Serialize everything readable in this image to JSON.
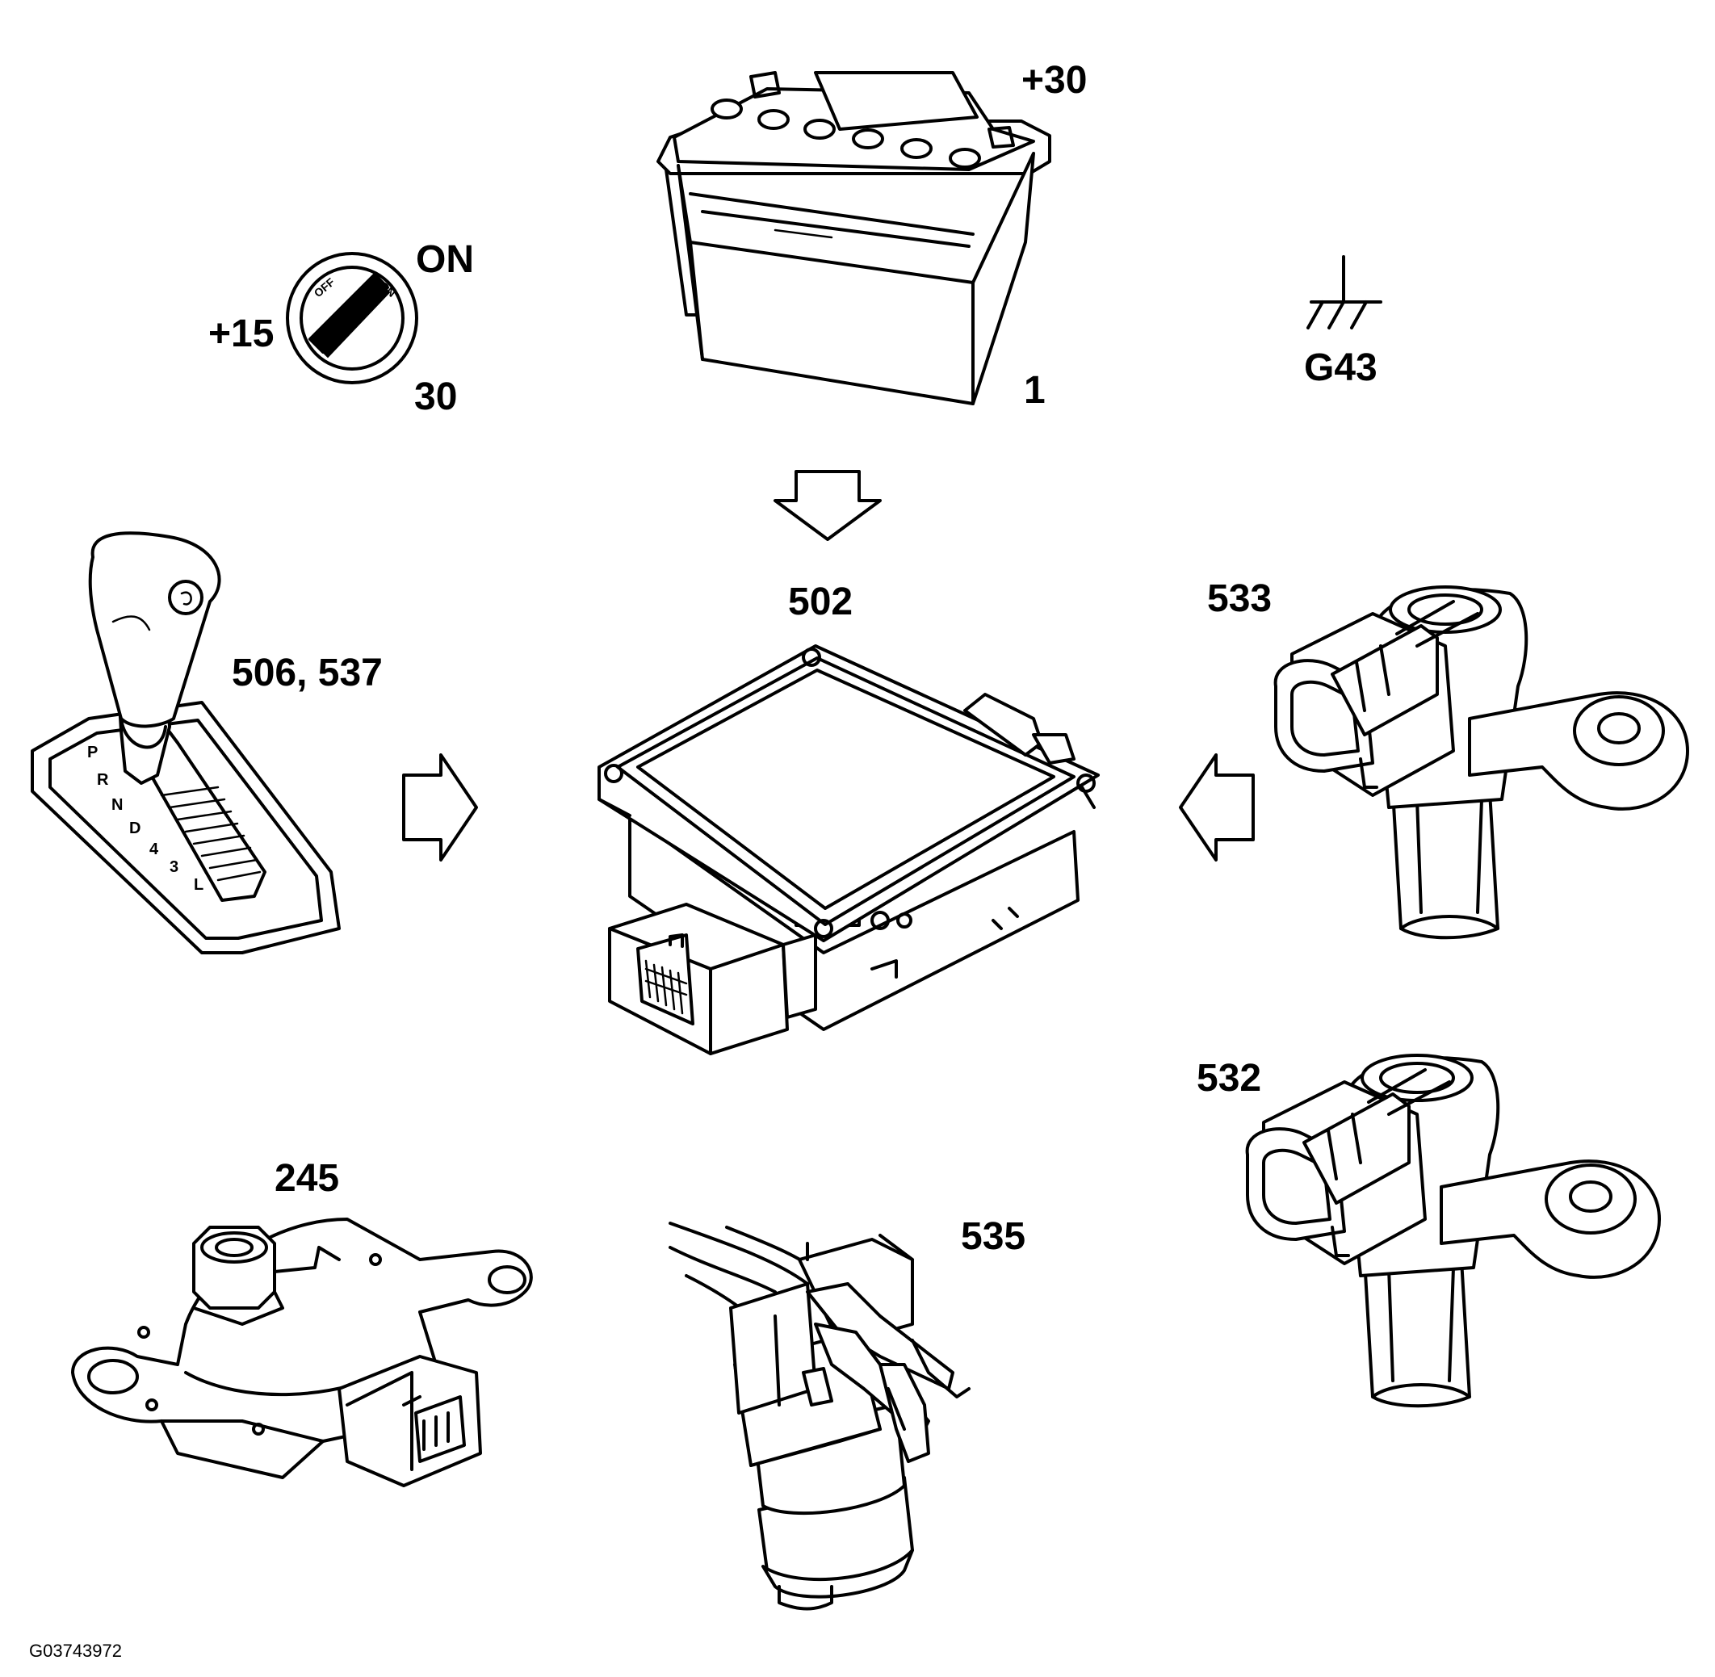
{
  "labels": {
    "battery_voltage": "+30",
    "battery_number": "1",
    "ignition_on": "ON",
    "ignition_15": "+15",
    "ignition_30": "30",
    "ground": "G43",
    "control_module": "502",
    "gear_selector": "506, 537",
    "speed_sensor_upper": "533",
    "speed_sensor_lower": "532",
    "range_switch": "245",
    "solenoid_valve": "535"
  },
  "ignition_key_text": {
    "off": "OFF",
    "on": "ON"
  },
  "gate_letters": [
    "P",
    "R",
    "N",
    "D",
    "4",
    "3",
    "L"
  ],
  "figure_id": "G03743972"
}
